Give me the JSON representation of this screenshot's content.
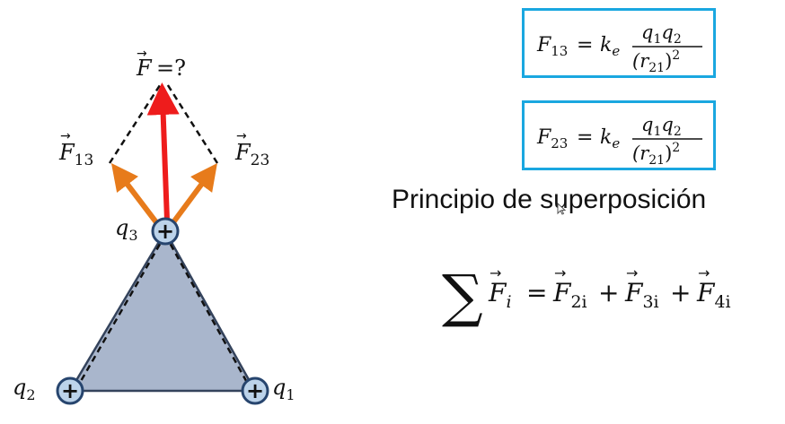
{
  "diagram": {
    "resultant_label": {
      "symbol": "F",
      "suffix": "=?"
    },
    "force_13_label": {
      "symbol": "F",
      "sub": "13"
    },
    "force_23_label": {
      "symbol": "F",
      "sub": "23"
    },
    "charges": [
      {
        "name": "q",
        "sub": "3",
        "sign": "+"
      },
      {
        "name": "q",
        "sub": "2",
        "sign": "+"
      },
      {
        "name": "q",
        "sub": "1",
        "sign": "+"
      }
    ],
    "colors": {
      "triangle_fill": "#a9b6cc",
      "triangle_edge": "#34435c",
      "resultant_arrow": "#ee1c1c",
      "component_arrows": "#e77b1b",
      "charge_fill": "#bcd3ea",
      "charge_ring": "#27456e",
      "box_border": "#1aa7e0"
    }
  },
  "formulas": {
    "f13": {
      "lhs": "F",
      "lhs_sub": "13",
      "equals": "=",
      "k": "k",
      "k_sub": "e",
      "num_q1": "q",
      "num_q1_sub": "1",
      "num_q2": "q",
      "num_q2_sub": "2",
      "den": "(r",
      "den_sub": "21",
      "den_close": ")",
      "den_exp": "2"
    },
    "f23": {
      "lhs": "F",
      "lhs_sub": "23",
      "equals": "=",
      "k": "k",
      "k_sub": "e",
      "num_q1": "q",
      "num_q1_sub": "1",
      "num_q2": "q",
      "num_q2_sub": "2",
      "den": "(r",
      "den_sub": "21",
      "den_close": ")",
      "den_exp": "2"
    }
  },
  "superposition": {
    "title": "Principio de superposición",
    "sum_symbol": "∑",
    "terms": [
      {
        "symbol": "F",
        "sub": "i"
      },
      {
        "symbol": "F",
        "sub": "2i"
      },
      {
        "symbol": "F",
        "sub": "3i"
      },
      {
        "symbol": "F",
        "sub": "4i"
      }
    ],
    "equals": "=",
    "plus": "+"
  }
}
